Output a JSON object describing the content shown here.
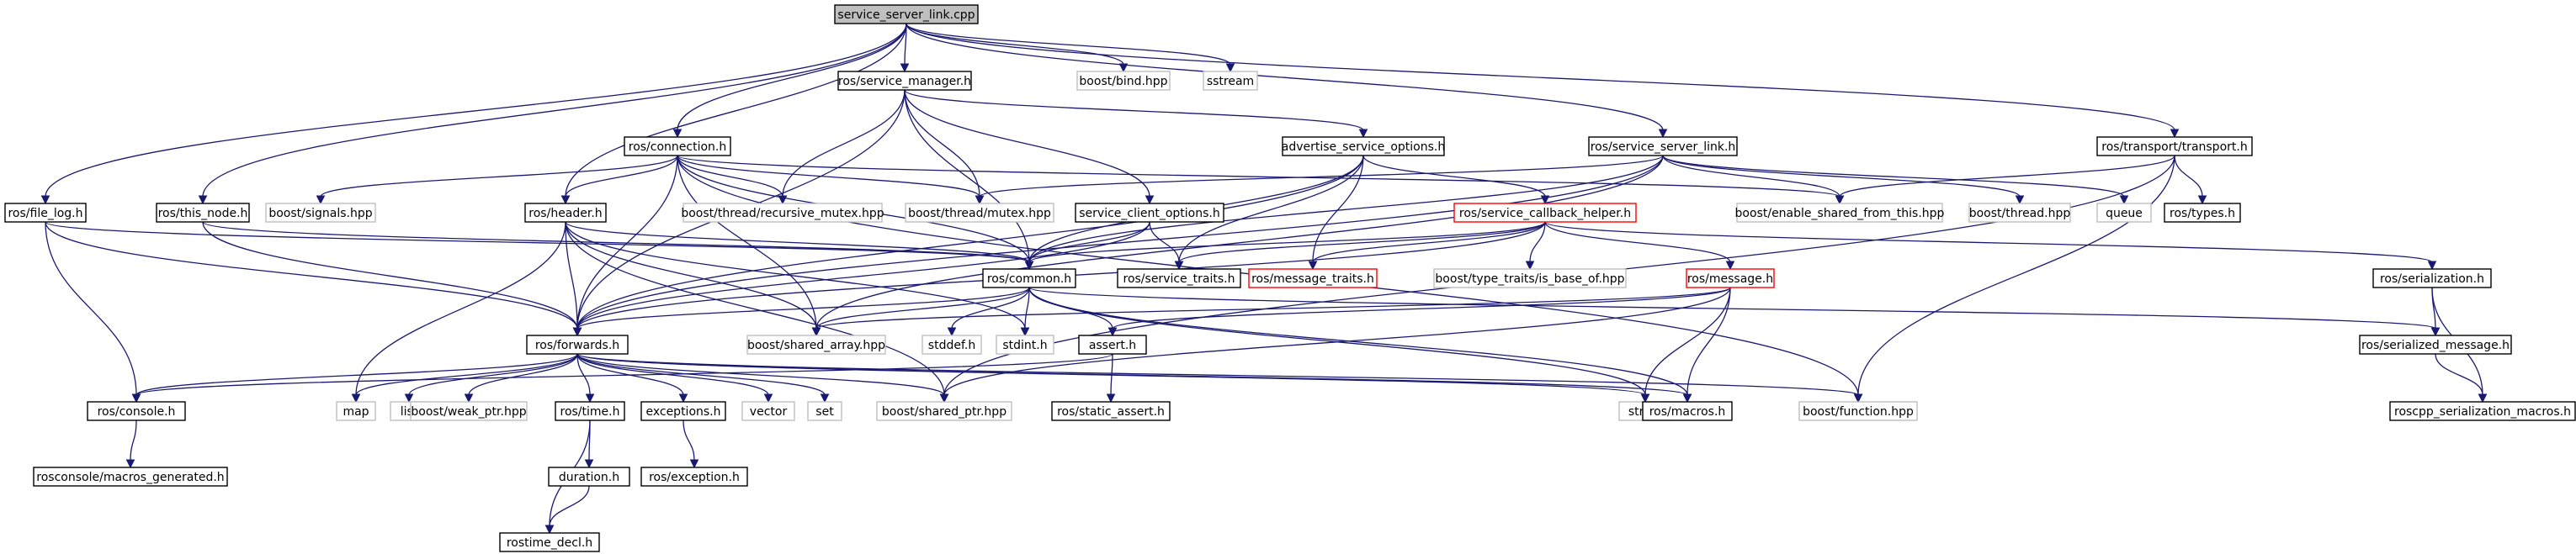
{
  "colors": {
    "edge": "#191970",
    "node_border": "#000000",
    "external_border": "#bfbfbf",
    "highlight_border": "#ff0000",
    "root_fill": "#bfbfbf",
    "node_fill": "#ffffff",
    "text": "#000000"
  },
  "nodes": [
    {
      "id": "root",
      "label": "service_server_link.cpp",
      "style": "root"
    },
    {
      "id": "file_log",
      "label": "ros/file_log.h",
      "style": "normal"
    },
    {
      "id": "this_node",
      "label": "ros/this_node.h",
      "style": "normal"
    },
    {
      "id": "service_manager",
      "label": "ros/service_manager.h",
      "style": "normal"
    },
    {
      "id": "connection",
      "label": "ros/connection.h",
      "style": "normal"
    },
    {
      "id": "advertise",
      "label": "advertise_service_options.h",
      "style": "normal"
    },
    {
      "id": "ssl_h",
      "label": "ros/service_server_link.h",
      "style": "normal"
    },
    {
      "id": "transport",
      "label": "ros/transport/transport.h",
      "style": "normal"
    },
    {
      "id": "boost_bind",
      "label": "boost/bind.hpp",
      "style": "external"
    },
    {
      "id": "sstream",
      "label": "sstream",
      "style": "external"
    },
    {
      "id": "boost_signals",
      "label": "boost/signals.hpp",
      "style": "external"
    },
    {
      "id": "header",
      "label": "ros/header.h",
      "style": "normal"
    },
    {
      "id": "recursive_mutex",
      "label": "boost/thread/recursive_mutex.hpp",
      "style": "external"
    },
    {
      "id": "mutex",
      "label": "boost/thread/mutex.hpp",
      "style": "external"
    },
    {
      "id": "sco",
      "label": "service_client_options.h",
      "style": "normal"
    },
    {
      "id": "callback_helper",
      "label": "ros/service_callback_helper.h",
      "style": "highlight"
    },
    {
      "id": "esft",
      "label": "boost/enable_shared_from_this.hpp",
      "style": "external"
    },
    {
      "id": "boost_thread",
      "label": "boost/thread.hpp",
      "style": "external"
    },
    {
      "id": "queue",
      "label": "queue",
      "style": "external"
    },
    {
      "id": "types",
      "label": "ros/types.h",
      "style": "normal"
    },
    {
      "id": "common",
      "label": "ros/common.h",
      "style": "normal"
    },
    {
      "id": "service_traits",
      "label": "ros/service_traits.h",
      "style": "normal"
    },
    {
      "id": "message_traits",
      "label": "ros/message_traits.h",
      "style": "highlight"
    },
    {
      "id": "is_base_of",
      "label": "boost/type_traits/is_base_of.hpp",
      "style": "external"
    },
    {
      "id": "message",
      "label": "ros/message.h",
      "style": "highlight"
    },
    {
      "id": "serialization",
      "label": "ros/serialization.h",
      "style": "normal"
    },
    {
      "id": "forwards",
      "label": "ros/forwards.h",
      "style": "normal"
    },
    {
      "id": "shared_array",
      "label": "boost/shared_array.hpp",
      "style": "external"
    },
    {
      "id": "stddef",
      "label": "stddef.h",
      "style": "external"
    },
    {
      "id": "stdint",
      "label": "stdint.h",
      "style": "external"
    },
    {
      "id": "assert",
      "label": "assert.h",
      "style": "normal"
    },
    {
      "id": "serialized_message",
      "label": "ros/serialized_message.h",
      "style": "normal"
    },
    {
      "id": "console",
      "label": "ros/console.h",
      "style": "normal"
    },
    {
      "id": "map",
      "label": "map",
      "style": "external"
    },
    {
      "id": "list",
      "label": "list",
      "style": "external"
    },
    {
      "id": "weak_ptr",
      "label": "boost/weak_ptr.hpp",
      "style": "external"
    },
    {
      "id": "time",
      "label": "ros/time.h",
      "style": "normal"
    },
    {
      "id": "exceptions",
      "label": "exceptions.h",
      "style": "normal"
    },
    {
      "id": "vector",
      "label": "vector",
      "style": "external"
    },
    {
      "id": "set",
      "label": "set",
      "style": "external"
    },
    {
      "id": "shared_ptr",
      "label": "boost/shared_ptr.hpp",
      "style": "external"
    },
    {
      "id": "static_assert",
      "label": "ros/static_assert.h",
      "style": "normal"
    },
    {
      "id": "string",
      "label": "string",
      "style": "external"
    },
    {
      "id": "macros",
      "label": "ros/macros.h",
      "style": "normal"
    },
    {
      "id": "boost_function",
      "label": "boost/function.hpp",
      "style": "external"
    },
    {
      "id": "serialization_macros",
      "label": "roscpp_serialization_macros.h",
      "style": "normal"
    },
    {
      "id": "macros_generated",
      "label": "rosconsole/macros_generated.h",
      "style": "normal"
    },
    {
      "id": "duration",
      "label": "duration.h",
      "style": "normal"
    },
    {
      "id": "exception",
      "label": "ros/exception.h",
      "style": "normal"
    },
    {
      "id": "rostime_decl",
      "label": "rostime_decl.h",
      "style": "normal"
    }
  ],
  "edges": [
    [
      "root",
      "file_log"
    ],
    [
      "root",
      "this_node"
    ],
    [
      "root",
      "service_manager"
    ],
    [
      "root",
      "connection"
    ],
    [
      "root",
      "header"
    ],
    [
      "root",
      "ssl_h"
    ],
    [
      "root",
      "transport"
    ],
    [
      "root",
      "boost_bind"
    ],
    [
      "root",
      "sstream"
    ],
    [
      "service_manager",
      "forwards"
    ],
    [
      "service_manager",
      "common"
    ],
    [
      "service_manager",
      "advertise"
    ],
    [
      "service_manager",
      "sco"
    ],
    [
      "service_manager",
      "recursive_mutex"
    ],
    [
      "service_manager",
      "mutex"
    ],
    [
      "connection",
      "common"
    ],
    [
      "connection",
      "header"
    ],
    [
      "connection",
      "forwards"
    ],
    [
      "connection",
      "boost_signals"
    ],
    [
      "connection",
      "recursive_mutex"
    ],
    [
      "connection",
      "mutex"
    ],
    [
      "connection",
      "esft"
    ],
    [
      "connection",
      "shared_array"
    ],
    [
      "connection",
      "boost_function"
    ],
    [
      "advertise",
      "callback_helper"
    ],
    [
      "advertise",
      "common"
    ],
    [
      "advertise",
      "service_traits"
    ],
    [
      "advertise",
      "message_traits"
    ],
    [
      "advertise",
      "forwards"
    ],
    [
      "ssl_h",
      "common"
    ],
    [
      "ssl_h",
      "mutex"
    ],
    [
      "ssl_h",
      "esft"
    ],
    [
      "ssl_h",
      "boost_thread"
    ],
    [
      "ssl_h",
      "queue"
    ],
    [
      "ssl_h",
      "shared_array"
    ],
    [
      "ssl_h",
      "forwards"
    ],
    [
      "transport",
      "types"
    ],
    [
      "transport",
      "esft"
    ],
    [
      "transport",
      "boost_function"
    ],
    [
      "transport",
      "shared_ptr"
    ],
    [
      "file_log",
      "forwards"
    ],
    [
      "file_log",
      "common"
    ],
    [
      "file_log",
      "console"
    ],
    [
      "this_node",
      "forwards"
    ],
    [
      "this_node",
      "common"
    ],
    [
      "header",
      "forwards"
    ],
    [
      "header",
      "map"
    ],
    [
      "header",
      "shared_array"
    ],
    [
      "header",
      "shared_ptr"
    ],
    [
      "header",
      "common"
    ],
    [
      "header",
      "stdint"
    ],
    [
      "sco",
      "common"
    ],
    [
      "sco",
      "service_traits"
    ],
    [
      "sco",
      "forwards"
    ],
    [
      "callback_helper",
      "common"
    ],
    [
      "callback_helper",
      "forwards"
    ],
    [
      "callback_helper",
      "service_traits"
    ],
    [
      "callback_helper",
      "message_traits"
    ],
    [
      "callback_helper",
      "serialization"
    ],
    [
      "callback_helper",
      "is_base_of"
    ],
    [
      "callback_helper",
      "message"
    ],
    [
      "common",
      "forwards"
    ],
    [
      "common",
      "shared_array"
    ],
    [
      "common",
      "stddef"
    ],
    [
      "common",
      "stdint"
    ],
    [
      "common",
      "assert"
    ],
    [
      "common",
      "serialized_message"
    ],
    [
      "common",
      "string"
    ],
    [
      "common",
      "macros"
    ],
    [
      "message",
      "shared_array"
    ],
    [
      "message",
      "assert"
    ],
    [
      "message",
      "string"
    ],
    [
      "message",
      "macros"
    ],
    [
      "message",
      "shared_ptr"
    ],
    [
      "serialization",
      "serialized_message"
    ],
    [
      "serialization",
      "serialization_macros"
    ],
    [
      "serialized_message",
      "serialization_macros"
    ],
    [
      "forwards",
      "console"
    ],
    [
      "forwards",
      "map"
    ],
    [
      "forwards",
      "list"
    ],
    [
      "forwards",
      "weak_ptr"
    ],
    [
      "forwards",
      "time"
    ],
    [
      "forwards",
      "exceptions"
    ],
    [
      "forwards",
      "vector"
    ],
    [
      "forwards",
      "set"
    ],
    [
      "forwards",
      "shared_ptr"
    ],
    [
      "forwards",
      "string"
    ],
    [
      "forwards",
      "macros"
    ],
    [
      "forwards",
      "boost_function"
    ],
    [
      "assert",
      "console"
    ],
    [
      "assert",
      "static_assert"
    ],
    [
      "console",
      "macros_generated"
    ],
    [
      "time",
      "duration"
    ],
    [
      "time",
      "rostime_decl"
    ],
    [
      "duration",
      "rostime_decl"
    ],
    [
      "exceptions",
      "exception"
    ]
  ]
}
